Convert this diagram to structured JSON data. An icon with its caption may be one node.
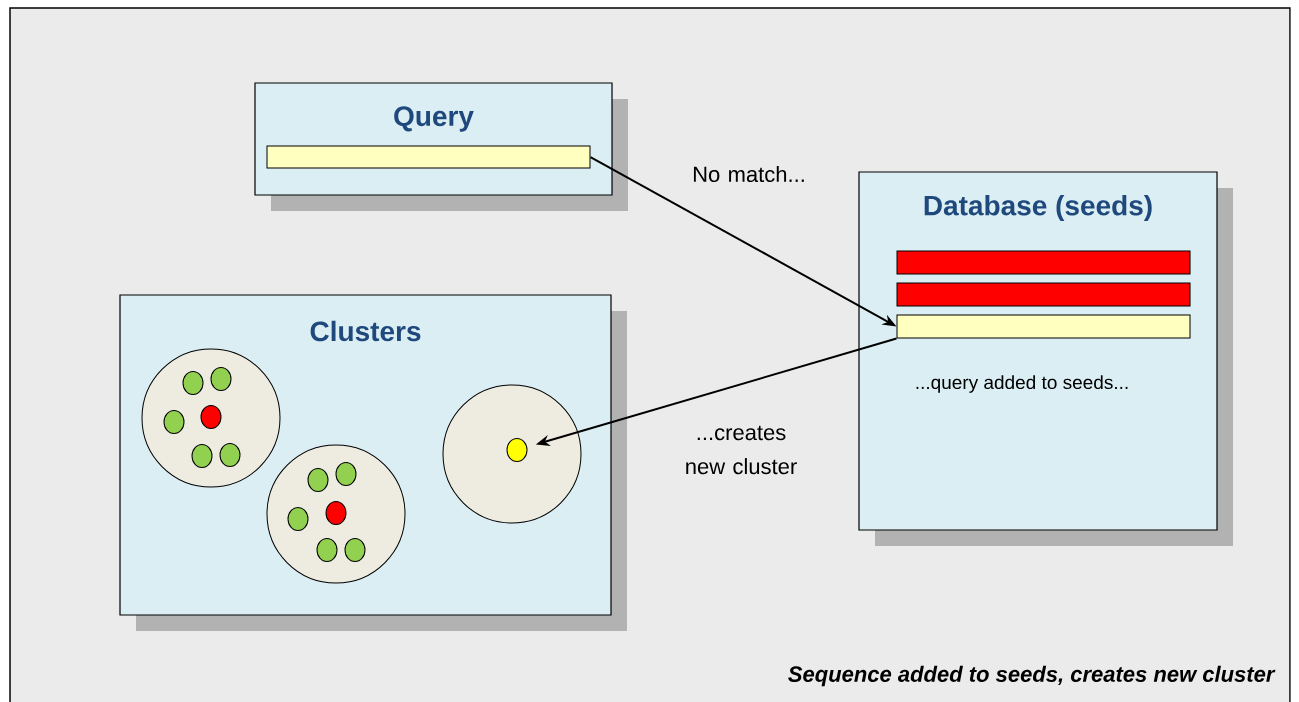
{
  "diagram": {
    "caption": "Sequence added to seeds, creates new cluster",
    "nodes": [
      {
        "text": [
          "Query"
        ]
      },
      {
        "text": [],
        "shape": "bar",
        "in": 0
      },
      {
        "text": [
          "Database (seeds)",
          "...query added to seeds..."
        ]
      },
      {
        "text": [],
        "shape": "bar",
        "in": 2
      },
      {
        "text": [],
        "shape": "bar",
        "in": 2
      },
      {
        "text": [],
        "shape": "bar",
        "in": 2
      },
      {
        "text": [
          "Clusters"
        ]
      },
      {
        "text": [],
        "shape": "circle",
        "in": 6
      },
      {
        "text": [],
        "shape": "circle",
        "in": 7
      },
      {
        "text": [],
        "shape": "circle",
        "in": 7
      },
      {
        "text": [],
        "shape": "circle",
        "in": 7
      },
      {
        "text": [],
        "shape": "circle",
        "in": 7
      },
      {
        "text": [],
        "shape": "circle",
        "in": 7
      },
      {
        "text": [],
        "shape": "circle",
        "in": 7
      },
      {
        "text": [],
        "shape": "circle",
        "in": 6
      },
      {
        "text": [],
        "shape": "circle",
        "in": 14
      },
      {
        "text": [],
        "shape": "circle",
        "in": 14
      },
      {
        "text": [],
        "shape": "circle",
        "in": 14
      },
      {
        "text": [],
        "shape": "circle",
        "in": 14
      },
      {
        "text": [],
        "shape": "circle",
        "in": 14
      },
      {
        "text": [],
        "shape": "circle",
        "in": 14
      },
      {
        "text": [],
        "shape": "circle",
        "in": 6
      },
      {
        "text": [],
        "shape": "circle",
        "in": 21
      }
    ],
    "edges": [
      {
        "from": 1,
        "to": 5,
        "arrow": "to",
        "label": "No match..."
      },
      {
        "from": 5,
        "to": 22,
        "arrow": "to",
        "label": "...creates new cluster"
      }
    ]
  }
}
